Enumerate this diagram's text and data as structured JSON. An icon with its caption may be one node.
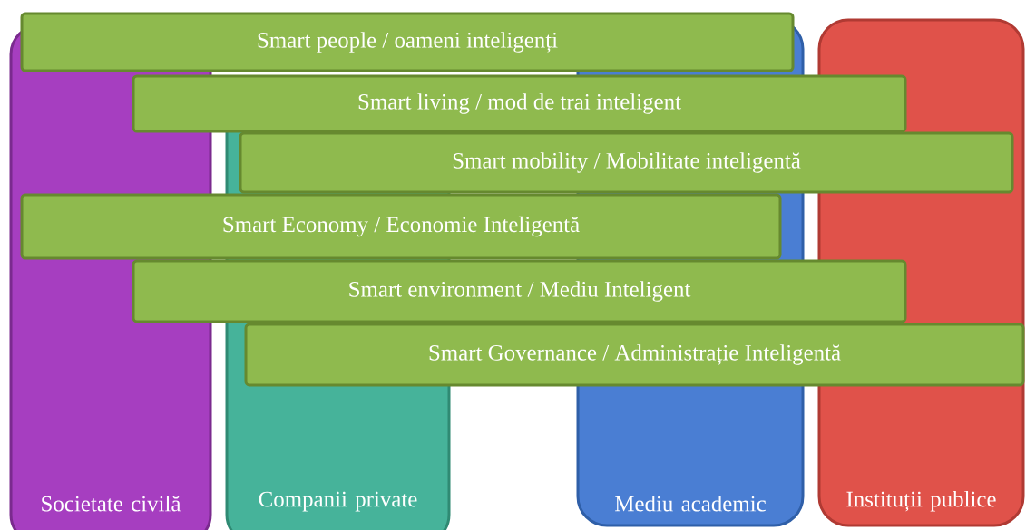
{
  "diagram": {
    "nodes": [
      {
        "text": [
          "Smart people / oameni inteligenți"
        ]
      },
      {
        "text": [
          "Smart living / mod de trai inteligent"
        ]
      },
      {
        "text": [
          "Smart mobility / Mobilitate inteligentă"
        ]
      },
      {
        "text": [
          "Smart Economy / Economie Inteligentă"
        ]
      },
      {
        "text": [
          "Smart environment / Mediu Inteligent"
        ]
      },
      {
        "text": [
          "Smart Governance / Administrație Inteligentă"
        ]
      },
      {
        "text": [
          "Societate civilă"
        ]
      },
      {
        "text": [
          "Companii private"
        ]
      },
      {
        "text": [
          "Mediu academic"
        ]
      },
      {
        "text": [
          "Instituții publice"
        ]
      }
    ]
  }
}
